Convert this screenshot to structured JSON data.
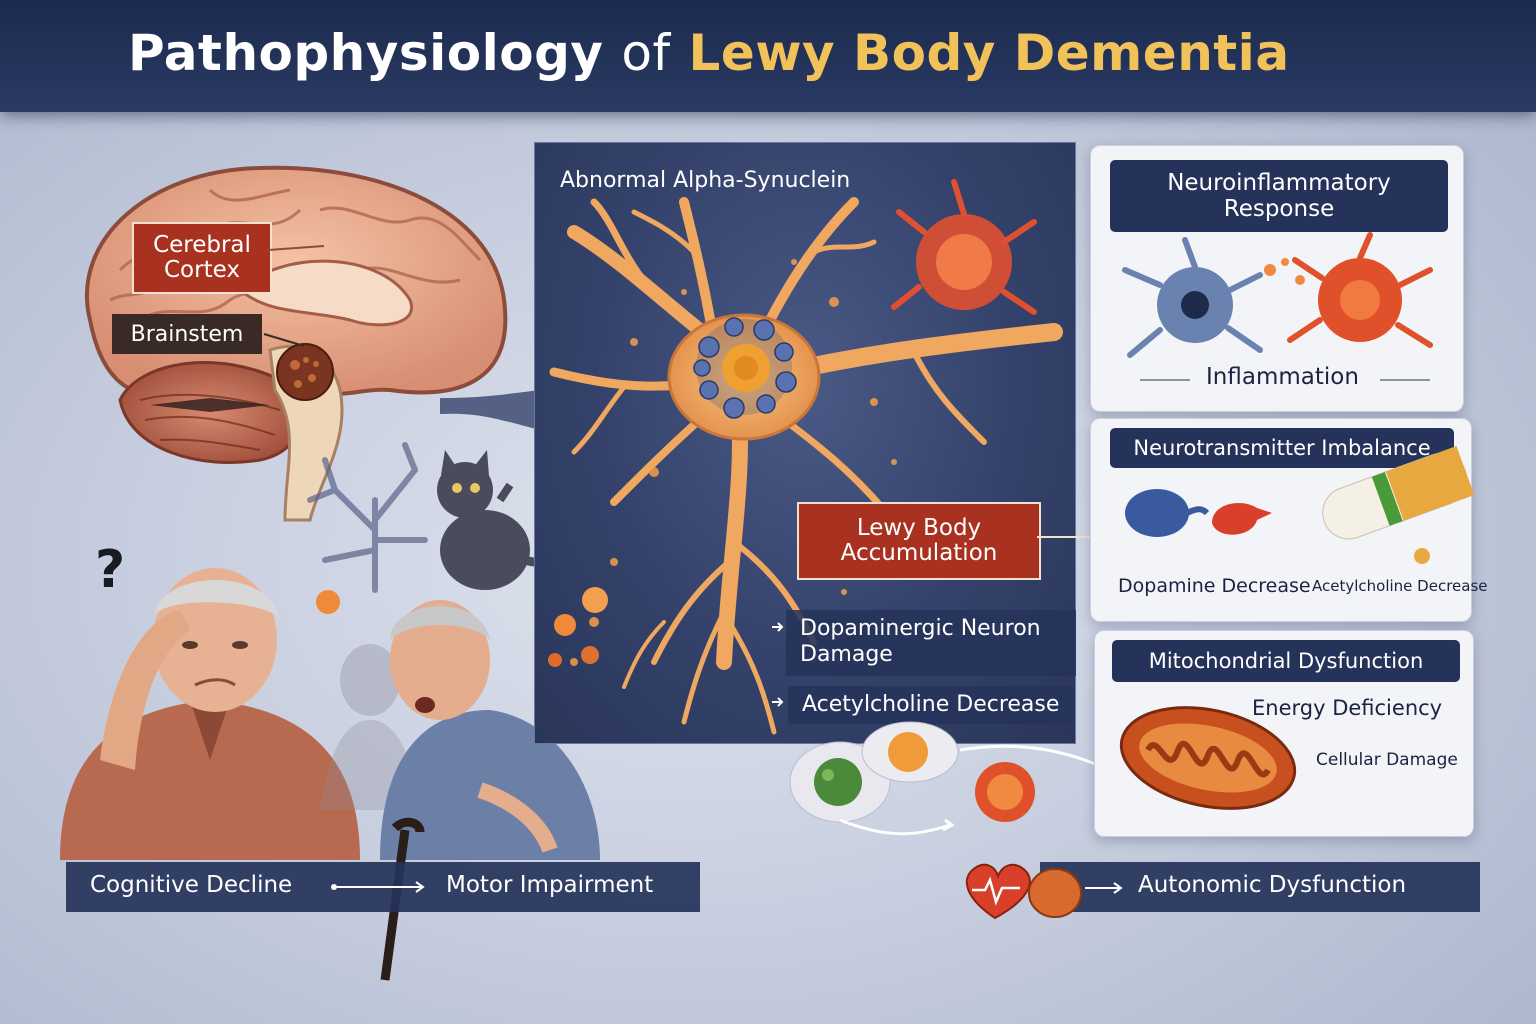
{
  "title": {
    "part1": "Pathophysiology",
    "part2": "of",
    "part3": "Lewy Body Dementia"
  },
  "brain": {
    "cortex_label": "Cerebral\nCortex",
    "brainstem_label": "Brainstem"
  },
  "neuron_panel": {
    "heading": "Abnormal Alpha-Synuclein",
    "lewy_label": "Lewy Body\nAccumulation",
    "dopaminergic": "Dopaminergic Neuron\nDamage",
    "acetylcholine": "Acetylcholine Decrease"
  },
  "inflammation_card": {
    "header": "Neuroinflammatory\nResponse",
    "caption": "Inflammation"
  },
  "neurotransmitter_card": {
    "header": "Neurotransmitter Imbalance",
    "dopamine": "Dopamine Decrease",
    "acetylcholine": "Acetylcholine Decrease"
  },
  "mito_card": {
    "header": "Mitochondrial Dysfunction",
    "energy": "Energy Deficiency",
    "cellular": "Cellular Damage"
  },
  "bottom": {
    "cognitive": "Cognitive Decline",
    "motor": "Motor Impairment",
    "autonomic": "Autonomic Dysfunction"
  },
  "question_mark": "?",
  "colors": {
    "navy": "#25335a",
    "accent_gold": "#f2c25a",
    "lewy_red": "#a8321f",
    "neuron_orange": "#f0a860"
  }
}
